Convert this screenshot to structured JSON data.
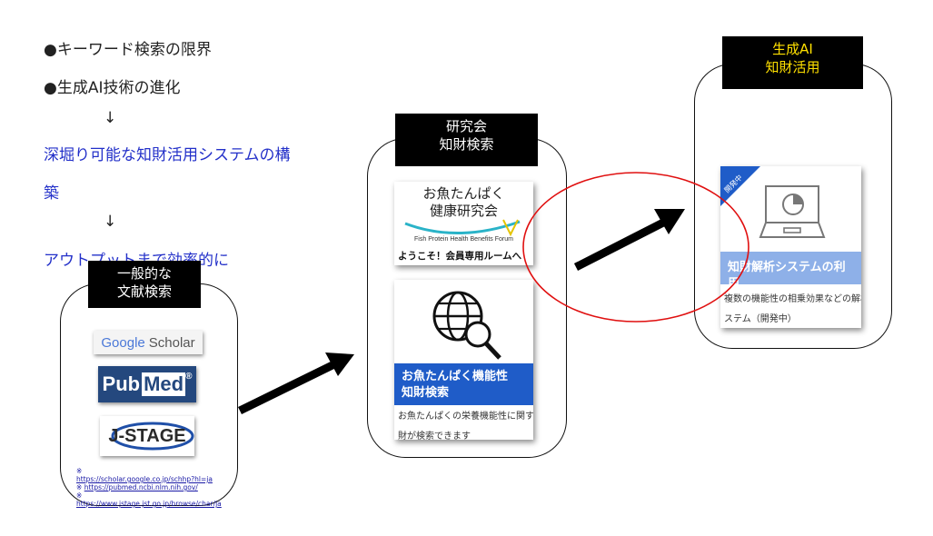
{
  "intro": {
    "line1": "●キーワード検索の限界",
    "line2": "●生成AI技術の進化",
    "arrow": "↓",
    "line3a": "深堀り可能な知財活用システムの構",
    "line3b": "築",
    "line4": "アウトプットまで効率的に"
  },
  "panel1": {
    "label_line1": "一般的な",
    "label_line2": "文献検索",
    "logos": {
      "google_a": "Google",
      "google_b": "Scholar",
      "pubmed_a": "Pub",
      "pubmed_b": "Med",
      "pubmed_reg": "®",
      "jstage": "J-STAGE"
    },
    "refs": [
      {
        "mark": "※",
        "url": "https://scholar.google.co.jp/schhp?hl=ja"
      },
      {
        "mark": "※",
        "url": "https://pubmed.ncbi.nlm.nih.gov/"
      },
      {
        "mark": "※",
        "url": "https://www.jstage.jst.go.jp/browse/char/ja"
      }
    ]
  },
  "panel2": {
    "label_line1": "研究会",
    "label_line2": "知財検索",
    "forum_card": {
      "title_a": "お魚たんぱく",
      "title_b": "健康研究会",
      "english": "Fish Protein Health Benefits Forum",
      "welcome": "ようこそ！会員専用ルームへ"
    },
    "search_card": {
      "band_line1": "お魚たんぱく機能性",
      "band_line2": "知財検索",
      "desc_line1": "お魚たんぱくの栄養機能性に関する知",
      "desc_line2": "財が検索できます"
    }
  },
  "panel3": {
    "label_line1": "生成AI",
    "label_line2": "知財活用",
    "card": {
      "ribbon": "開発中",
      "band": "知財解析システムの利用",
      "desc_line1": "複数の機能性の相乗効果などの解析シ",
      "desc_line2": "ステム（開発中）"
    }
  },
  "colors": {
    "label_text_white": "#ffffff",
    "label_text_yellow": "#ffe000",
    "blue_text": "#2330c9",
    "band_blue": "#1f5cc8",
    "band_light_blue": "#8eb0e8",
    "highlight_red": "#e01010"
  }
}
